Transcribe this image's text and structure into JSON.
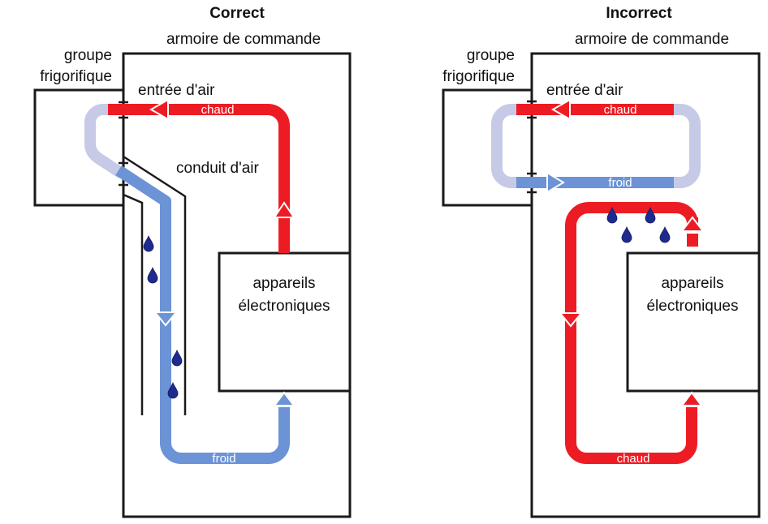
{
  "diagrams": [
    {
      "title": "Correct",
      "cabinet_label": "armoire de commande",
      "cooling_unit_label_line1": "groupe",
      "cooling_unit_label_line2": "frigorifique",
      "air_inlet_label": "entrée d'air",
      "air_duct_label": "conduit d'air",
      "hot_label": "chaud",
      "cold_label": "froid",
      "electronics_label_line1": "appareils",
      "electronics_label_line2": "électroniques"
    },
    {
      "title": "Incorrect",
      "cabinet_label": "armoire de commande",
      "cooling_unit_label_line1": "groupe",
      "cooling_unit_label_line2": "frigorifique",
      "air_inlet_label": "entrée d'air",
      "hot_top_label": "chaud",
      "cold_label": "froid",
      "hot_bottom_label": "chaud",
      "electronics_label_line1": "appareils",
      "electronics_label_line2": "électroniques"
    }
  ],
  "colors": {
    "hot_air": "#ed1c24",
    "cold_air": "#6b93d6",
    "return_air": "#c6cae6",
    "condensation": "#1f2a8e"
  }
}
